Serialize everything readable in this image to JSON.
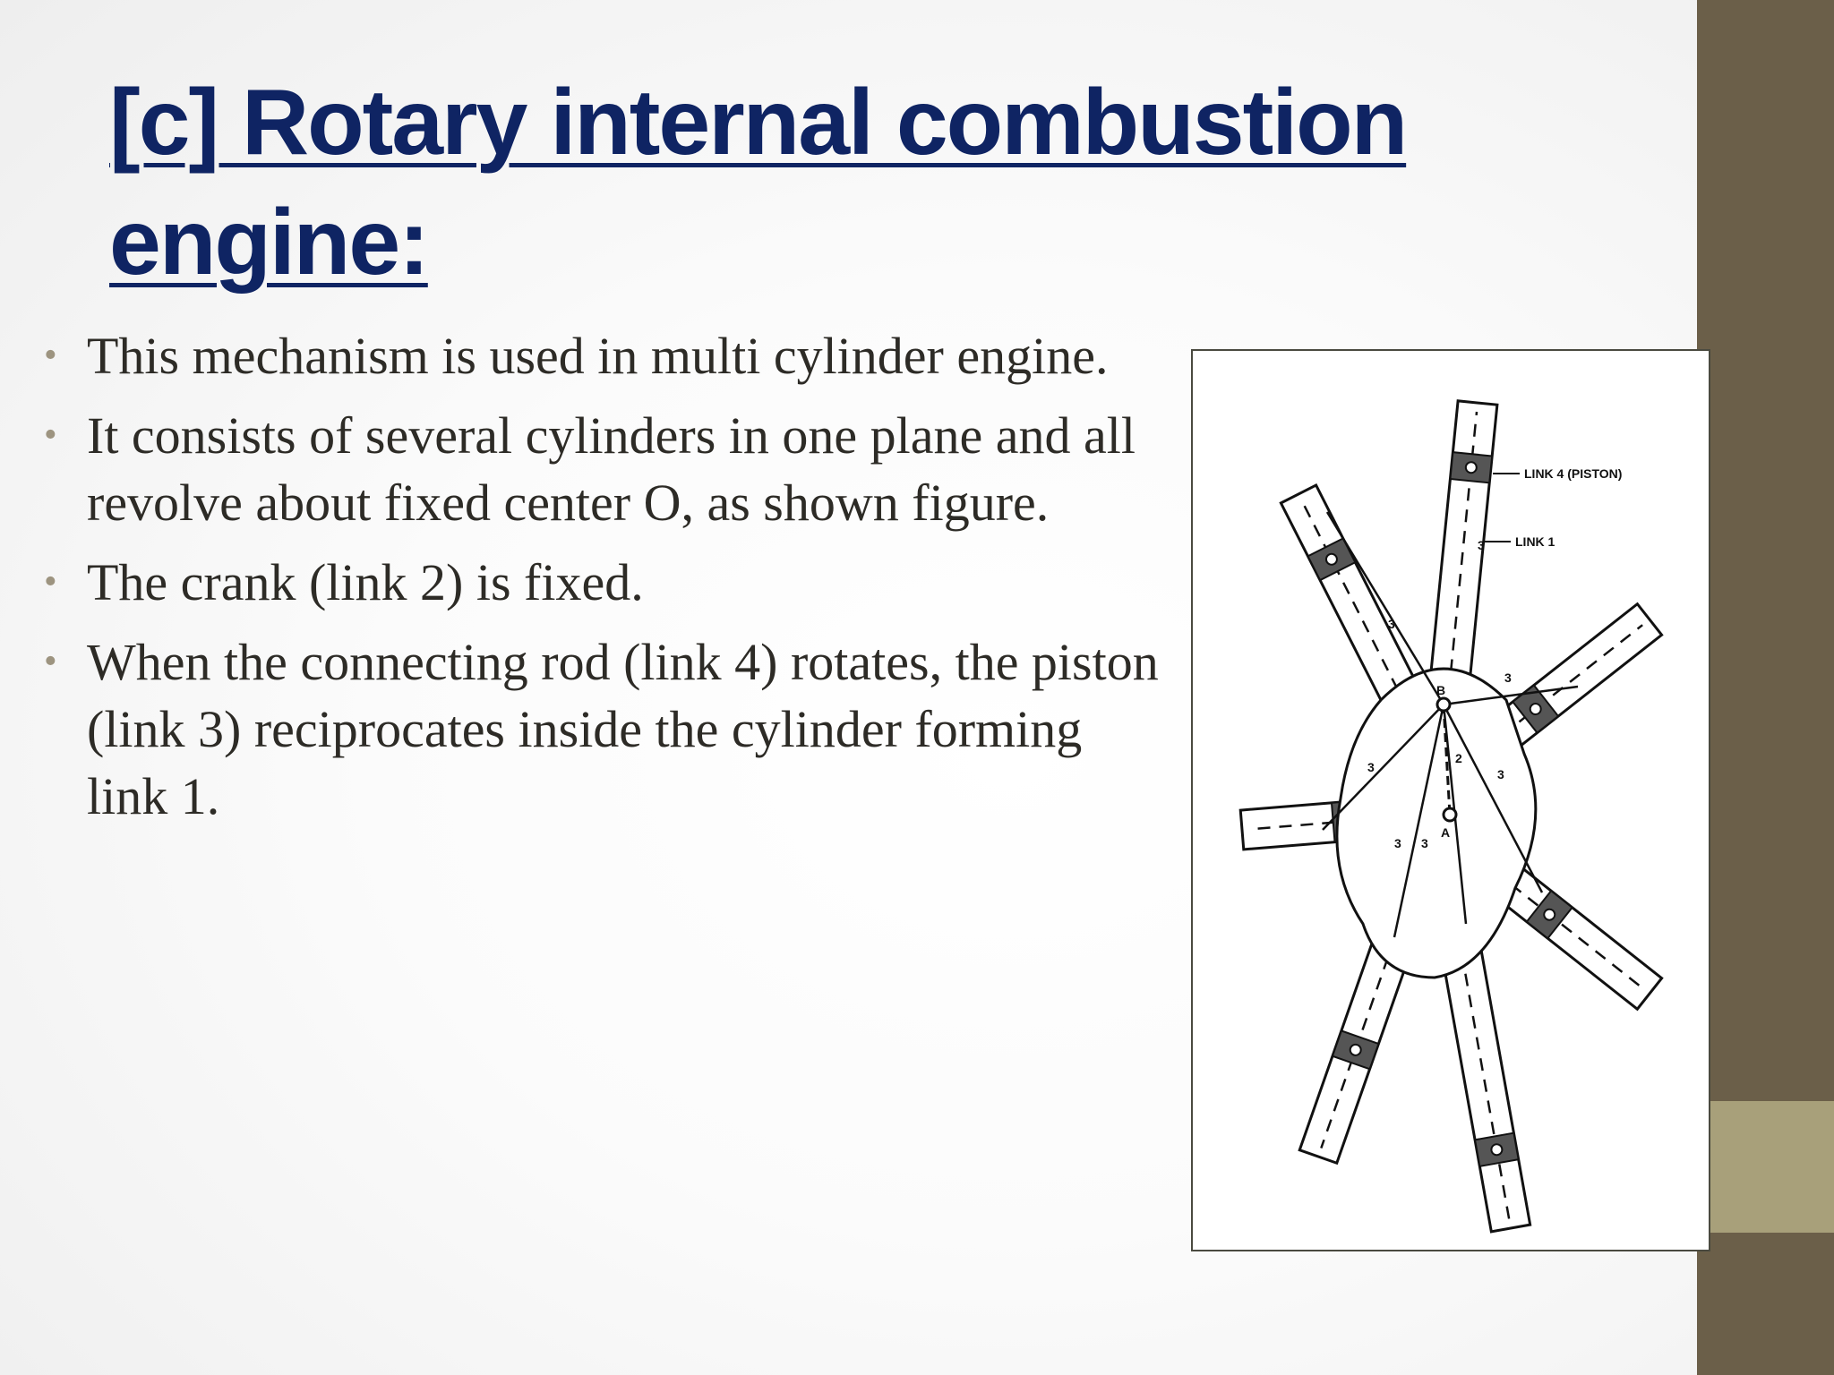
{
  "slide": {
    "title": "[c] Rotary internal combustion engine:",
    "bullets": [
      "This mechanism is used in multi cylinder engine.",
      "It consists of several cylinders in one plane and all revolve about fixed center O, as shown figure.",
      "The crank (link 2) is fixed.",
      "When the connecting rod (link 4) rotates, the piston (link 3) reciprocates inside the cylinder forming link 1."
    ]
  },
  "figure": {
    "labels": {
      "link4": "LINK 4 (PISTON)",
      "link1": "LINK 1",
      "point_b": "B",
      "point_a": "A",
      "link2": "2",
      "link3_labels": [
        "3",
        "3",
        "3",
        "3",
        "3",
        "3",
        "3"
      ]
    }
  },
  "colors": {
    "title": "#0f2463",
    "side_bar": "#6b5f49",
    "side_accent": "#a8a07a",
    "bullet": "#9d9480",
    "text": "#2d2b26"
  }
}
